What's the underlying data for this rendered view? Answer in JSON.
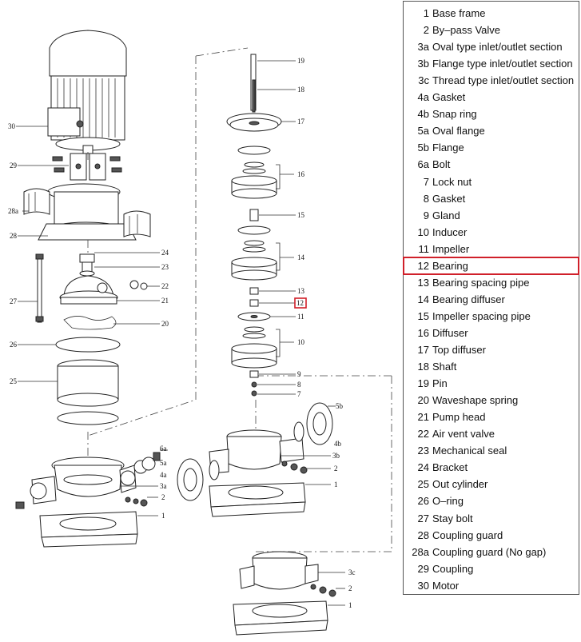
{
  "legend": [
    {
      "num": "1",
      "name": "Base frame"
    },
    {
      "num": "2",
      "name": "By–pass Valve"
    },
    {
      "num": "3a",
      "name": "Oval type inlet/outlet section"
    },
    {
      "num": "3b",
      "name": "Flange type inlet/outlet section"
    },
    {
      "num": "3c",
      "name": "Thread type inlet/outlet section"
    },
    {
      "num": "4a",
      "name": "Gasket"
    },
    {
      "num": "4b",
      "name": "Snap ring"
    },
    {
      "num": "5a",
      "name": "Oval flange"
    },
    {
      "num": "5b",
      "name": "Flange"
    },
    {
      "num": "6a",
      "name": "Bolt"
    },
    {
      "num": "7",
      "name": "Lock nut"
    },
    {
      "num": "8",
      "name": "Gasket"
    },
    {
      "num": "9",
      "name": "Gland"
    },
    {
      "num": "10",
      "name": "Inducer"
    },
    {
      "num": "11",
      "name": "Impeller"
    },
    {
      "num": "12",
      "name": "Bearing",
      "highlight": true
    },
    {
      "num": "13",
      "name": "Bearing spacing pipe"
    },
    {
      "num": "14",
      "name": "Bearing diffuser"
    },
    {
      "num": "15",
      "name": "Impeller spacing pipe"
    },
    {
      "num": "16",
      "name": "Diffuser"
    },
    {
      "num": "17",
      "name": "Top diffuser"
    },
    {
      "num": "18",
      "name": "Shaft"
    },
    {
      "num": "19",
      "name": "Pin"
    },
    {
      "num": "20",
      "name": "Waveshape spring"
    },
    {
      "num": "21",
      "name": "Pump head"
    },
    {
      "num": "22",
      "name": "Air vent valve"
    },
    {
      "num": "23",
      "name": "Mechanical seal"
    },
    {
      "num": "24",
      "name": "Bracket"
    },
    {
      "num": "25",
      "name": "Out cylinder"
    },
    {
      "num": "26",
      "name": "O–ring"
    },
    {
      "num": "27",
      "name": "Stay bolt"
    },
    {
      "num": "28",
      "name": "Coupling guard"
    },
    {
      "num": "28a",
      "name": "Coupling guard (No gap)"
    },
    {
      "num": "29",
      "name": "Coupling"
    },
    {
      "num": "30",
      "name": "Motor"
    }
  ],
  "callouts": {
    "c30": "30",
    "c29": "29",
    "c28a": "28a",
    "c28": "28",
    "c24": "24",
    "c23": "23",
    "c22": "22",
    "c21": "21",
    "c27": "27",
    "c20": "20",
    "c26": "26",
    "c25": "25",
    "c19": "19",
    "c18": "18",
    "c17": "17",
    "c16": "16",
    "c15": "15",
    "c14": "14",
    "c13": "13",
    "c12": "12",
    "c11": "11",
    "c10": "10",
    "c9": "9",
    "c8": "8",
    "c7": "7",
    "l6a": "6a",
    "l5a": "5a",
    "l4a": "4a",
    "l3a": "3a",
    "l2a": "2",
    "l1a": "1",
    "r5b": "5b",
    "r4b": "4b",
    "r3b": "3b",
    "r2b": "2",
    "r1b": "1",
    "c3c": "3c",
    "c2c": "2",
    "c1c": "1"
  },
  "highlight_color": "#d0202a"
}
